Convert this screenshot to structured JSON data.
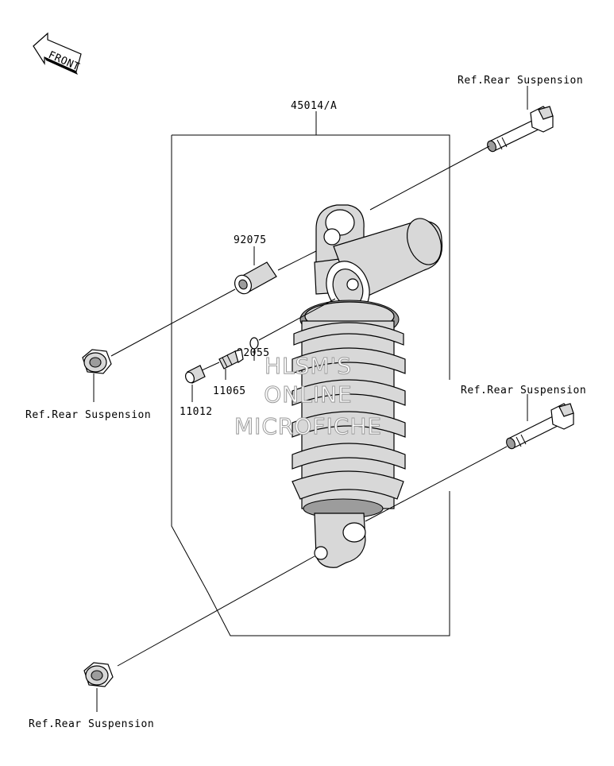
{
  "front_label": "FRONT",
  "assembly": {
    "part_number": "45014/A"
  },
  "parts": [
    {
      "id": "92075"
    },
    {
      "id": "92055"
    },
    {
      "id": "11065"
    },
    {
      "id": "11012"
    }
  ],
  "references": {
    "top_right": "Ref.Rear Suspension",
    "mid_left": "Ref.Rear Suspension",
    "mid_right": "Ref.Rear Suspension",
    "bottom_left": "Ref.Rear Suspension"
  },
  "watermark": {
    "line1": "HLSM'S",
    "line2": "ONLINE",
    "line3": "MICROFICHE"
  },
  "colors": {
    "line": "#000000",
    "part_fill": "#d8d8d8",
    "watermark_stroke": "#9a9a9a"
  }
}
